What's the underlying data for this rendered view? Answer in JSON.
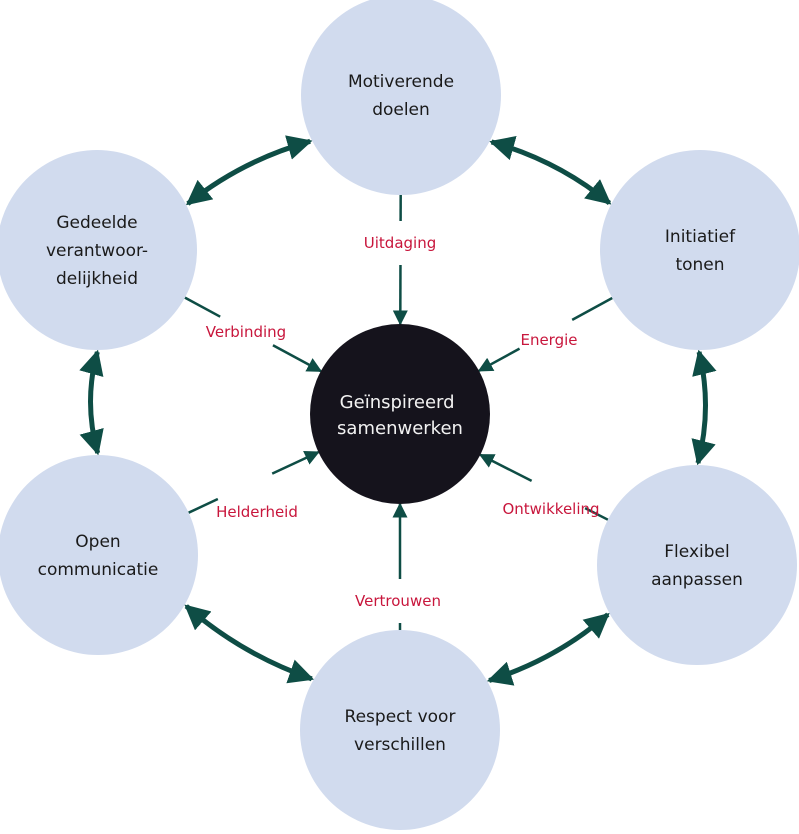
{
  "colors": {
    "node_fill": "#d1dbee",
    "center_fill": "#15131c",
    "arrow": "#0e4d45",
    "label": "#c8163c",
    "node_text": "#1a1a1a",
    "center_text": "#f2f2f2"
  },
  "center": {
    "lines": [
      "Geïnspireerd",
      "samenwerken"
    ]
  },
  "nodes": [
    {
      "id": "motiverende-doelen",
      "lines": [
        "Motiverende",
        "doelen"
      ],
      "link_label": "Uitdaging"
    },
    {
      "id": "initiatief-tonen",
      "lines": [
        "Initiatief",
        "tonen"
      ],
      "link_label": "Energie"
    },
    {
      "id": "flexibel-aanpassen",
      "lines": [
        "Flexibel",
        "aanpassen"
      ],
      "link_label": "Ontwikkeling"
    },
    {
      "id": "respect-voor-verschillen",
      "lines": [
        "Respect voor",
        "verschillen"
      ],
      "link_label": "Vertrouwen"
    },
    {
      "id": "open-communicatie",
      "lines": [
        "Open",
        "communicatie"
      ],
      "link_label": "Helderheid"
    },
    {
      "id": "gedeelde-verantwoordelijkheid",
      "lines": [
        "Gedeelde",
        "verantwoor-",
        "delijkheid"
      ],
      "link_label": "Verbinding"
    }
  ],
  "cycle_connections": [
    [
      "motiverende-doelen",
      "initiatief-tonen"
    ],
    [
      "initiatief-tonen",
      "flexibel-aanpassen"
    ],
    [
      "flexibel-aanpassen",
      "respect-voor-verschillen"
    ],
    [
      "respect-voor-verschillen",
      "open-communicatie"
    ],
    [
      "open-communicatie",
      "gedeelde-verantwoordelijkheid"
    ],
    [
      "gedeelde-verantwoordelijkheid",
      "motiverende-doelen"
    ]
  ]
}
